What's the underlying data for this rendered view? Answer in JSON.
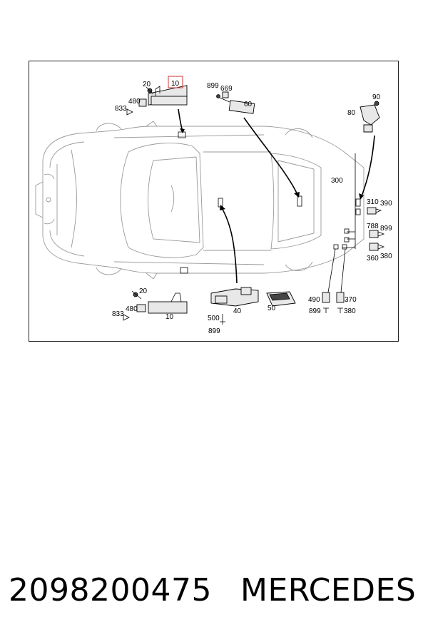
{
  "diagram": {
    "callouts": {
      "top_sensor_10": "10",
      "top_screw_20": "20",
      "top_clip_480": "480",
      "top_clip_833": "833",
      "antenna_899": "899",
      "antenna_669": "669",
      "antenna_60": "60",
      "right_90": "90",
      "right_80": "80",
      "harness_300": "300",
      "conn_310": "310",
      "conn_390": "390",
      "conn_788": "788",
      "conn_899a": "899",
      "conn_360": "360",
      "conn_380a": "380",
      "bottom_screw_20": "20",
      "bottom_clip_480": "480",
      "bottom_clip_833": "833",
      "bottom_sensor_10": "10",
      "module_40": "40",
      "module_500": "500",
      "module_899": "899",
      "module_50": "50",
      "plug_490": "490",
      "plug_370": "370",
      "plug_899b": "899",
      "plug_380b": "380"
    },
    "highlight_color": "#d9534f"
  },
  "footer": {
    "part_number": "2098200475",
    "brand": "MERCEDES"
  }
}
